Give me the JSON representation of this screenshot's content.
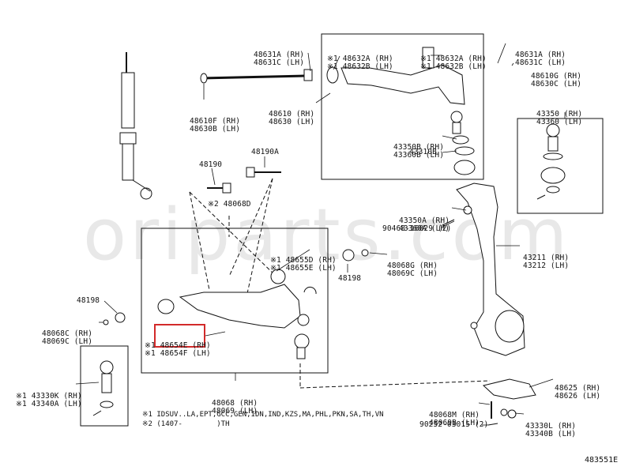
{
  "diagram_id": "483551E",
  "watermark": "oriparts.com",
  "highlight_color": "#d22a2a",
  "parts": {
    "p48631_top": [
      "48631A (RH)",
      "48631C (LH)"
    ],
    "p48632_l": [
      "※1 48632A (RH)",
      "※1 48632B (LH)"
    ],
    "p48632_r": [
      "※1 48632A (RH)",
      "※1 48632B (LH)"
    ],
    "p48631_right": [
      "48631A (RH)",
      "48631C (LH)"
    ],
    "p48610_r": [
      "48610G (RH)",
      "48630C (LH)"
    ],
    "p48610_rod": [
      "48610F (RH)",
      "48630B (LH)"
    ],
    "p48610_upper": [
      "48610 (RH)",
      "48630 (LH)"
    ],
    "p43350": [
      "43350 (RH)",
      "43360 (LH)"
    ],
    "p43350b": [
      "43350B (RH)",
      "43360B (LH)"
    ],
    "p43310b": "43310B",
    "p48190": "48190",
    "p48190a": "48190A",
    "p48068d": "※2 48068D",
    "p43350a": [
      "43350A (RH)",
      "43360A (LH)"
    ],
    "p90468": "90468-16029 (2)",
    "p48655": [
      "※1 48655D (RH)",
      "※1 48655E (LH)"
    ],
    "p48068g": [
      "48068G (RH)",
      "48069C (LH)"
    ],
    "p43211": [
      "43211 (RH)",
      "43212 (LH)"
    ],
    "p48198_mid": "48198",
    "p48198_left": "48198",
    "p48068c": [
      "48068C (RH)",
      "48069C (LH)"
    ],
    "p48654": [
      "※1 48654E (RH)",
      "※1 48654F (LH)"
    ],
    "p43330k": [
      "※1 43330K (RH)",
      "※1 43340A (LH)"
    ],
    "p48068": [
      "48068 (RH)",
      "48069 (LH)"
    ],
    "p48625": [
      "48625 (RH)",
      "48626 (LH)"
    ],
    "p48068m": [
      "48068M (RH)",
      "48069B (LH)"
    ],
    "p43330l": [
      "43330L (RH)",
      "43340B (LH)"
    ],
    "p90252": "90252-03015 (2)"
  },
  "notes": {
    "n1": "※1 IDSUV..LA,EPT,GCC,GEN,IDN,IND,KZS,MA,PHL,PKN,SA,TH,VN",
    "n2": "※2 (1407-        )TH"
  }
}
